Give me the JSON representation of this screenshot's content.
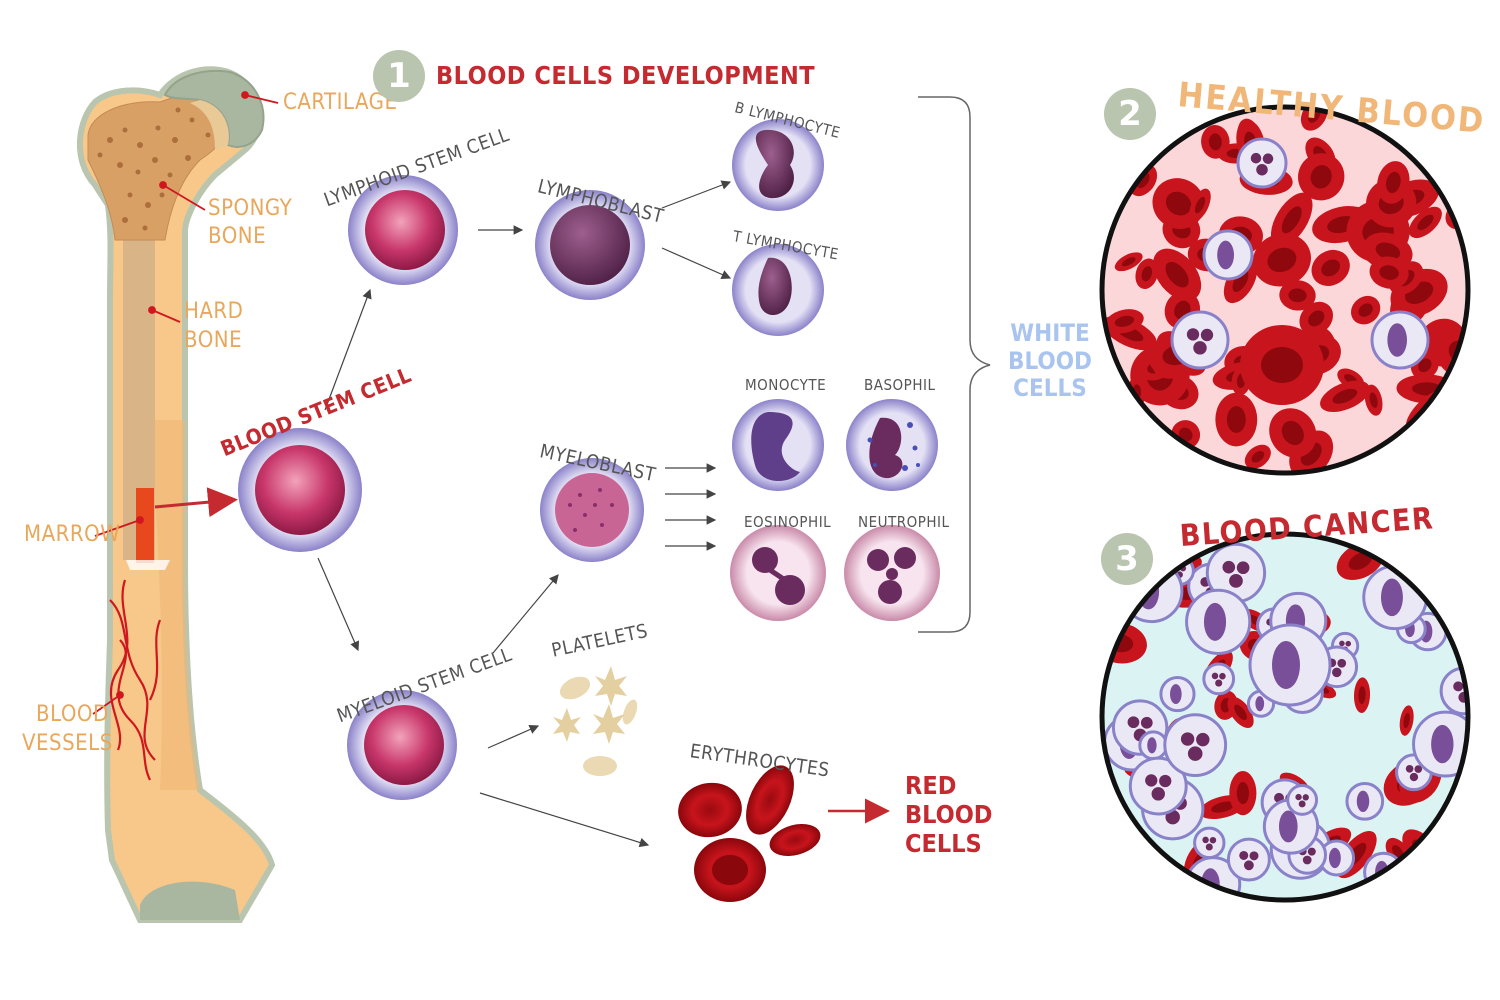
{
  "bone_labels": {
    "cartilage": "CARTILAGE",
    "spongy_bone": [
      "SPONGY",
      "BONE"
    ],
    "hard_bone": [
      "HARD",
      "BONE"
    ],
    "marrow": "MARROW",
    "blood_vessels": [
      "BLOOD",
      "VESSELS"
    ]
  },
  "sections": [
    {
      "number": "1",
      "title": "BLOOD CELLS DEVELOPMENT"
    },
    {
      "number": "2",
      "title": "HEALTHY BLOOD"
    },
    {
      "number": "3",
      "title": "BLOOD CANCER"
    }
  ],
  "cells": {
    "blood_stem_cell": "BLOOD STEM CELL",
    "lymphoid_stem_cell": "LYMPHOID STEM CELL",
    "myeloid_stem_cell": "MYELOID STEM CELL",
    "lymphoblast": "LYMPHOBLAST",
    "myeloblast": "MYELOBLAST",
    "b_lymphocyte": "B LYMPHOCYTE",
    "t_lymphocyte": "T LYMPHOCYTE",
    "monocyte": "MONOCYTE",
    "basophil": "BASOPHIL",
    "eosinophil": "EOSINOPHIL",
    "neutrophil": "NEUTROPHIL",
    "platelets": "PLATELETS",
    "erythrocytes": "ERYTHROCYTES"
  },
  "groups": {
    "white_blood_cells": [
      "WHITE",
      "BLOOD",
      "CELLS"
    ],
    "red_blood_cells": [
      "RED",
      "BLOOD",
      "CELLS"
    ]
  },
  "colors": {
    "bone": "#f7c88a",
    "bone_dark": "#e6a968",
    "cartilage": "#a9b7a0",
    "rbc": "#c8141c",
    "accent_red": "#c42a2f",
    "label_orange": "#e8a75a",
    "wbc_blue": "#a9c4ef",
    "badge": "#b9c5ae"
  }
}
